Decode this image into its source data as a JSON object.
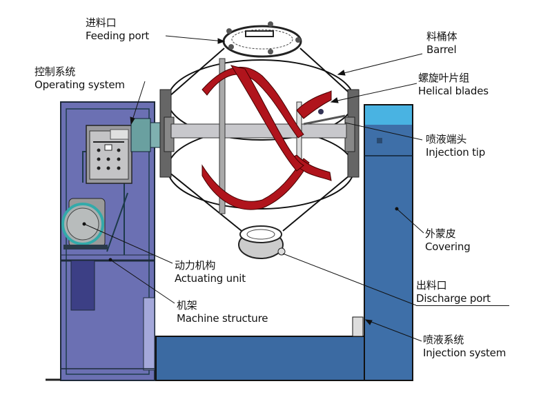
{
  "labels": {
    "feeding_port": {
      "zh": "进料口",
      "en": "Feeding port"
    },
    "operating_system": {
      "zh": "控制系统",
      "en": "Operating system"
    },
    "barrel": {
      "zh": "料桶体",
      "en": "Barrel"
    },
    "helical_blades": {
      "zh": "螺旋叶片组",
      "en": "Helical blades"
    },
    "injection_tip": {
      "zh": "喷液端头",
      "en": "Injection tip"
    },
    "covering": {
      "zh": "外蒙皮",
      "en": "Covering"
    },
    "actuating_unit": {
      "zh": "动力机构",
      "en": "Actuating unit"
    },
    "discharge_port": {
      "zh": "出料口",
      "en": "Discharge port"
    },
    "machine_structure": {
      "zh": "机架",
      "en": "Machine structure"
    },
    "injection_system": {
      "zh": "喷液系统",
      "en": "Injection system"
    }
  },
  "colors": {
    "cabinet": "#6b70b3",
    "base": "#3b6aa2",
    "column": "#3e6fa8",
    "column_top": "#49b3e2",
    "blade": "#b0141c",
    "shaft": "#c8c8cc"
  }
}
